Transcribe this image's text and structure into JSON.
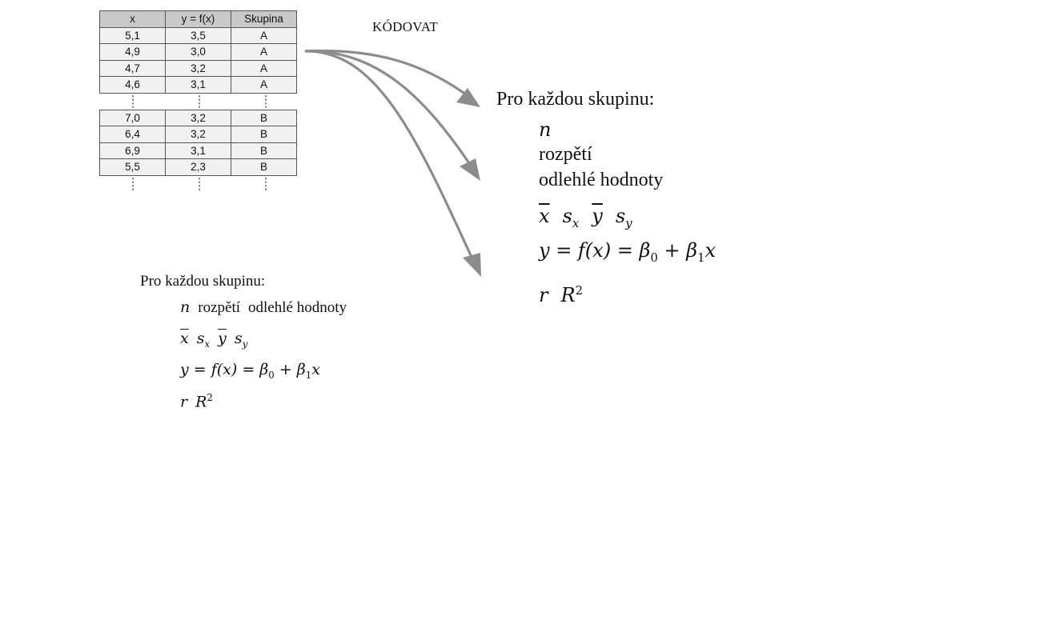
{
  "table": {
    "headers": [
      "x",
      "y = f(x)",
      "Skupina"
    ],
    "group_a_rows": [
      [
        "5,1",
        "3,5",
        "A"
      ],
      [
        "4,9",
        "3,0",
        "A"
      ],
      [
        "4,7",
        "3,2",
        "A"
      ],
      [
        "4,6",
        "3,1",
        "A"
      ]
    ],
    "group_b_rows": [
      [
        "7,0",
        "3,2",
        "B"
      ],
      [
        "6,4",
        "3,2",
        "B"
      ],
      [
        "6,9",
        "3,1",
        "B"
      ],
      [
        "5,5",
        "2,3",
        "B"
      ]
    ]
  },
  "encode_label": "KÓDOVAT",
  "right_block": {
    "title": "Pro každou skupinu:",
    "n": "n",
    "range": "rozpětí",
    "outliers": "odlehlé hodnoty",
    "means_sds": {
      "xbar": "x",
      "sx_base": "s",
      "sx_sub": "x",
      "ybar": "y",
      "sy_base": "s",
      "sy_sub": "y"
    },
    "regression": {
      "lhs": "y = f(x) = β",
      "beta0_sub": "0",
      "plus": " + β",
      "beta1_sub": "1",
      "tail": "x"
    },
    "correlation": {
      "r": "r",
      "R": "R",
      "R_sup": "2"
    }
  },
  "left_block": {
    "title": "Pro každou skupinu:",
    "n": "n",
    "range": "rozpětí",
    "outliers": "odlehlé hodnoty",
    "means_sds": {
      "xbar": "x",
      "sx_base": "s",
      "sx_sub": "x",
      "ybar": "y",
      "sy_base": "s",
      "sy_sub": "y"
    },
    "regression": {
      "lhs": "y = f(x) = β",
      "beta0_sub": "0",
      "plus": " + β",
      "beta1_sub": "1",
      "tail": "x"
    },
    "correlation": {
      "r": "r",
      "R": "R",
      "R_sup": "2"
    }
  },
  "colors": {
    "arrow": "#8c8c8c",
    "table_header_bg": "#c9c9c9",
    "table_cell_bg": "#f1f1f1",
    "table_border": "#555555"
  }
}
